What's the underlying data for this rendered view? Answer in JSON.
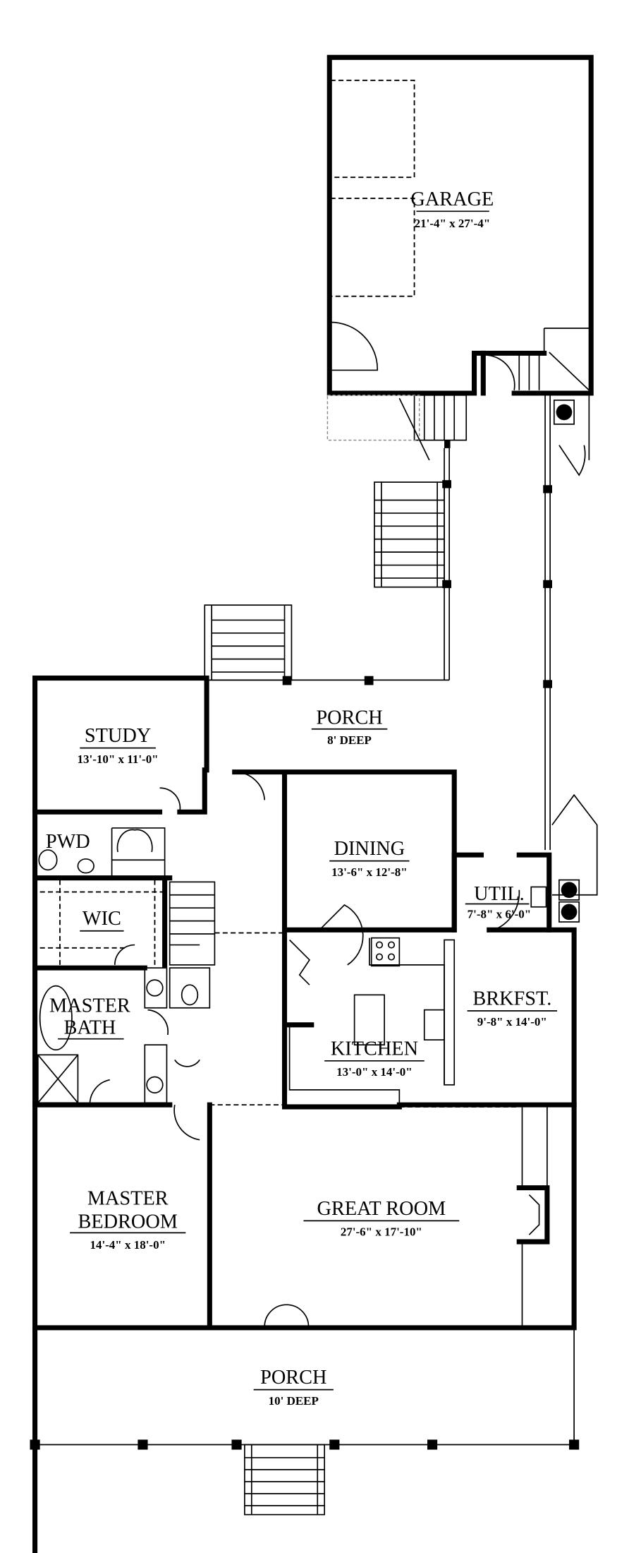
{
  "title": "First floor plan",
  "rooms": {
    "garage": {
      "name": "GARAGE",
      "dims": "21'-4\" x 27'-4\""
    },
    "porch_rear": {
      "name": "PORCH",
      "dims": "8' DEEP"
    },
    "study": {
      "name": "STUDY",
      "dims": "13'-10\" x 11'-0\""
    },
    "dining": {
      "name": "DINING",
      "dims": "13'-6\" x 12'-8\""
    },
    "pwd": {
      "name": "PWD"
    },
    "wic": {
      "name": "WIC"
    },
    "util": {
      "name": "UTIL.",
      "dims": "7'-8\" x 6'-0\""
    },
    "master_bath": {
      "name1": "MASTER",
      "name2": "BATH"
    },
    "kitchen": {
      "name": "KITCHEN",
      "dims": "13'-0\" x 14'-0\""
    },
    "brkfst": {
      "name": "BRKFST.",
      "dims": "9'-8\" x 14'-0\""
    },
    "master_bedroom": {
      "name1": "MASTER",
      "name2": "BEDROOM",
      "dims": "14'-4\" x 18'-0\""
    },
    "great_room": {
      "name": "GREAT ROOM",
      "dims": "27'-6\" x 17'-10\""
    },
    "porch_front": {
      "name": "PORCH",
      "dims": "10' DEEP"
    }
  }
}
